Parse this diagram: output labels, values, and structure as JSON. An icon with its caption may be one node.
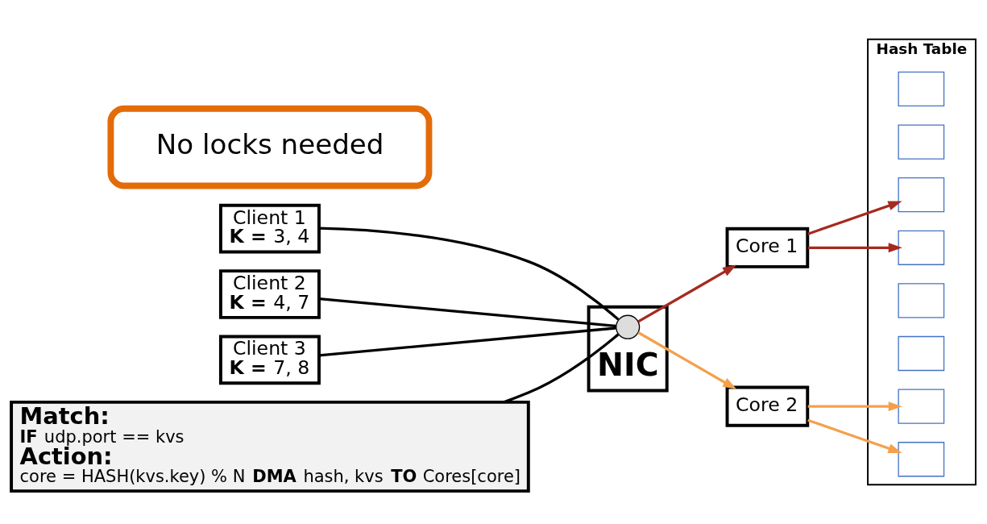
{
  "diagram": {
    "nodes": [
      {
        "text": [
          "Client 1",
          "**K =** 3, 4"
        ]
      },
      {
        "text": [
          "Client 2",
          "**K =** 4, 7"
        ]
      },
      {
        "text": [
          "Client 3",
          "**K =** 7, 8"
        ]
      },
      {
        "text": [
          "NIC"
        ]
      },
      {
        "text": [],
        "shape": "circle",
        "in": 3
      },
      {
        "text": [
          "Match:",
          "**IF** udp.port == kvs",
          "Action:",
          "core = HASH(kvs.key) % N **DMA** hash, kvs **TO** Cores[core]"
        ]
      },
      {
        "text": [
          "Core 1"
        ]
      },
      {
        "text": [
          "Core 2"
        ]
      },
      {
        "text": [
          "Hash Table"
        ]
      },
      {
        "text": [],
        "shape": "box",
        "in": 8
      },
      {
        "text": [],
        "shape": "box",
        "in": 8
      },
      {
        "text": [],
        "shape": "box",
        "in": 8
      },
      {
        "text": [],
        "shape": "box",
        "in": 8
      },
      {
        "text": [],
        "shape": "box",
        "in": 8
      },
      {
        "text": [],
        "shape": "box",
        "in": 8
      },
      {
        "text": [],
        "shape": "box",
        "in": 8
      },
      {
        "text": [],
        "shape": "box",
        "in": 8
      },
      {
        "text": [
          "No locks needed"
        ]
      }
    ],
    "edges": [
      {
        "from": 0,
        "to": 4,
        "arrow": "none"
      },
      {
        "from": 1,
        "to": 4,
        "arrow": "none"
      },
      {
        "from": 2,
        "to": 4,
        "arrow": "none"
      },
      {
        "from": 5,
        "to": 4,
        "arrow": "none"
      },
      {
        "from": 4,
        "to": 6,
        "arrow": "to",
        "color": "#a52a1f"
      },
      {
        "from": 4,
        "to": 7,
        "arrow": "to",
        "color": "#f4a04c"
      },
      {
        "from": 6,
        "to": 11,
        "arrow": "to",
        "color": "#a52a1f"
      },
      {
        "from": 6,
        "to": 12,
        "arrow": "to",
        "color": "#a52a1f"
      },
      {
        "from": 7,
        "to": 15,
        "arrow": "to",
        "color": "#f4a04c"
      },
      {
        "from": 7,
        "to": 16,
        "arrow": "to",
        "color": "#f4a04c"
      }
    ]
  }
}
